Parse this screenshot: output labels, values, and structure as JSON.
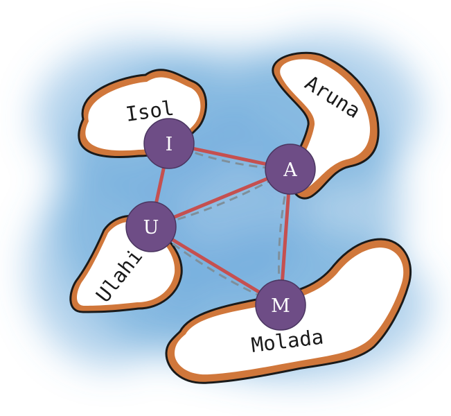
{
  "colors": {
    "sea": "#5b9fd6",
    "land_fill": "#ffffff",
    "coast": "#d0773b",
    "outline": "#1a1a1a",
    "solid_edge": "#c55050",
    "dashed_edge": "#7f8f9a",
    "node_fill": "#6e4d86",
    "node_text": "#ffffff"
  },
  "islands": [
    {
      "id": "isol",
      "name": "Isol"
    },
    {
      "id": "aruna",
      "name": "Aruna"
    },
    {
      "id": "ulahi",
      "name": "Ulahi"
    },
    {
      "id": "molada",
      "name": "Molada"
    }
  ],
  "nodes": [
    {
      "id": "I",
      "label": "I"
    },
    {
      "id": "A",
      "label": "A"
    },
    {
      "id": "U",
      "label": "U"
    },
    {
      "id": "M",
      "label": "M"
    }
  ],
  "edges": [
    {
      "from": "I",
      "to": "A",
      "style": "solid"
    },
    {
      "from": "I",
      "to": "U",
      "style": "solid"
    },
    {
      "from": "U",
      "to": "A",
      "style": "solid"
    },
    {
      "from": "U",
      "to": "M",
      "style": "solid"
    },
    {
      "from": "A",
      "to": "M",
      "style": "solid"
    },
    {
      "from": "I",
      "to": "A",
      "style": "dashed"
    },
    {
      "from": "U",
      "to": "A",
      "style": "dashed"
    },
    {
      "from": "U",
      "to": "M",
      "style": "dashed"
    },
    {
      "from": "A",
      "to": "M",
      "style": "dashed"
    }
  ]
}
